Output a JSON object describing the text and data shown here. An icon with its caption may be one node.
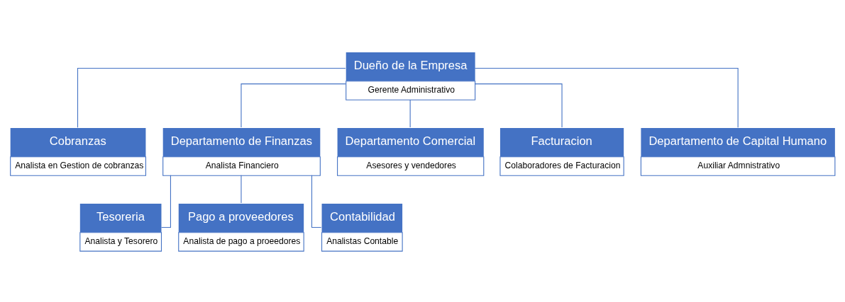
{
  "diagram": {
    "nodes": [
      {
        "text": [
          "Dueño de la Empresa",
          "Gerente Administrativo"
        ]
      },
      {
        "text": [
          "Cobranzas",
          "Analista en Gestion de cobranzas"
        ]
      },
      {
        "text": [
          "Departamento de Finanzas",
          "Analista Financiero"
        ]
      },
      {
        "text": [
          "Departamento Comercial",
          "Asesores y vendedores"
        ]
      },
      {
        "text": [
          "Facturacion",
          "Colaboradores de Facturacion"
        ]
      },
      {
        "text": [
          "Departamento de Capital Humano",
          "Auxiliar Admnistrativo"
        ]
      },
      {
        "text": [
          "Tesoreria",
          "Analista y Tesorero"
        ]
      },
      {
        "text": [
          "Pago a proveedores",
          "Analista de pago a proeedores"
        ]
      },
      {
        "text": [
          "Contabilidad",
          "Analistas Contable"
        ]
      }
    ],
    "edges": [
      {
        "from": 0,
        "to": 1,
        "arrow": "none"
      },
      {
        "from": 0,
        "to": 2,
        "arrow": "none"
      },
      {
        "from": 0,
        "to": 3,
        "arrow": "none"
      },
      {
        "from": 0,
        "to": 4,
        "arrow": "none"
      },
      {
        "from": 0,
        "to": 5,
        "arrow": "none"
      },
      {
        "from": 2,
        "to": 6,
        "arrow": "none"
      },
      {
        "from": 2,
        "to": 7,
        "arrow": "none"
      },
      {
        "from": 2,
        "to": 8,
        "arrow": "none"
      }
    ]
  }
}
